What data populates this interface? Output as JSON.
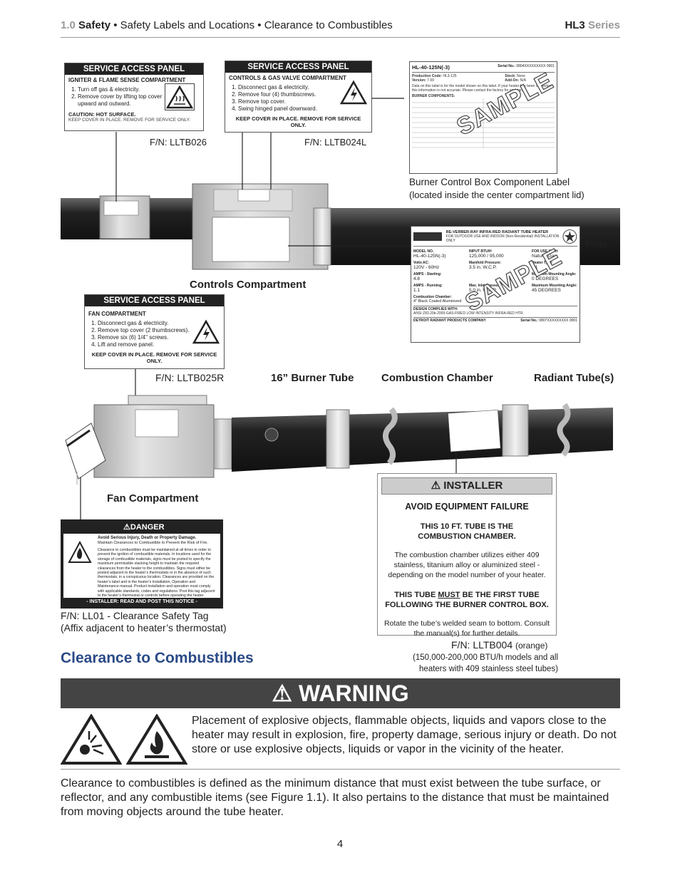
{
  "header": {
    "section_num": "1.0",
    "section": "Safety",
    "crumbs": " • Safety Labels and Locations • Clearance to Combustibles",
    "series_a": "HL3",
    "series_b": "Series"
  },
  "labels": {
    "lltb026": {
      "bar": "SERVICE ACCESS PANEL",
      "sub": "IGNITER & FLAME SENSE COMPARTMENT",
      "steps": [
        "Turn off gas & electricity.",
        "Remove cover by lifting top cover upward and outward."
      ],
      "caution": "CAUTION:  HOT SURFACE.",
      "foot": "KEEP COVER IN PLACE. REMOVE FOR SERVICE ONLY.",
      "pn": "F/N: LLTB026"
    },
    "lltb024l": {
      "bar": "SERVICE ACCESS PANEL",
      "sub": "CONTROLS & GAS VALVE COMPARTMENT",
      "steps": [
        "Disconnect gas & electricity.",
        "Remove four (4) thumbscrews.",
        "Remove top cover.",
        "Swing hinged panel downward."
      ],
      "foot": "KEEP COVER IN PLACE. REMOVE FOR SERVICE ONLY.",
      "pn": "F/N: LLTB024L"
    },
    "lltb025r": {
      "bar": "SERVICE ACCESS PANEL",
      "sub": "FAN COMPARTMENT",
      "steps": [
        "Disconnect gas & electricity.",
        "Remove top cover (2 thumbscrews).",
        "Remove six (6) 1/4\" screws.",
        "Lift and remove panel."
      ],
      "foot": "KEEP COVER IN PLACE. REMOVE FOR SERVICE ONLY.",
      "pn": "F/N: LLTB025R"
    }
  },
  "component_label": {
    "model": "HL-40-125N(-3)",
    "serial_label": "Serial No.:",
    "serial": "0804XXXXXXXXX 0001",
    "prod_code_label": "Production Code:",
    "prod_code": "HL3-125",
    "version_label": "Version:",
    "version": "7.99",
    "stock_label": "Stock:",
    "stock": "None",
    "addon_label": "Add-On:",
    "addon": "N/A",
    "note": "Data on this label is for the model shown on this label.  If your heater has been converted, this information is not accurate.  Please contact the factory for assistance.",
    "components_title": "BURNER COMPONENTS:",
    "sample": "SAMPLE",
    "caption1": "Burner Control Box Component Label",
    "caption2": "(located inside the center compartment lid)"
  },
  "rating_plate": {
    "brand": "RE-VERBER-RAY INFRA-RED RADIANT TUBE HEATER",
    "use": "FOR OUTDOOR USE AND INDOOR (Non-Residential) INSTALLATION ONLY",
    "model_label": "MODEL NO.",
    "model": "HL-40-125N(-3)",
    "input_label": "INPUT BTU/H",
    "input": "125,000 / 95,000",
    "gas_label": "FOR USE WITH",
    "gas": "Natural Gas",
    "volts_label": "Volts AC:",
    "volts": "120V  -  60Hz",
    "manifold_label": "Manifold Pressure:",
    "manifold": "3.5 in.   W.C.P.",
    "type_label": "Heater Type:",
    "type": "C1",
    "amps_s_label": "AMPS - Starting:",
    "amps_s": "4.8",
    "min_angle_label": "Minimum Mounting Angle:",
    "min_angle": "0    DEGREES",
    "amps_r_label": "AMPS - Running:",
    "amps_r": "1.1",
    "inlet_label": "Max. Inlet Pressure:",
    "inlet": "5.0 in.   W.C.P.",
    "max_angle_label": "Maximum Mounting Angle:",
    "max_angle": "45   DEGREES",
    "chamber_label": "Combustion Chamber:",
    "chamber": "4\" Black Coated Aluminized",
    "design_label": "DESIGN COMPLIES WITH:",
    "design": "ANSI Z83.20b-2009-GAS-FIRED LOW INTENSITY INFRA-RED HTR.",
    "company": "DETROIT RADIANT PRODUCTS COMPANY",
    "serial_label": "Serial No.:",
    "serial": "0807XXXXXXXXX 0001",
    "sample": "SAMPLE",
    "caption": "Rating Plate"
  },
  "captions": {
    "controls": "Controls Compartment",
    "burner_tube": "16” Burner Tube",
    "combustion": "Combustion Chamber",
    "radiant": "Radiant Tube(s)",
    "fan": "Fan Compartment",
    "ll01_a": "F/N: LL01 - Clearance Safety Tag",
    "ll01_b": "(Affix adjacent to heater’s thermostat)"
  },
  "installer": {
    "title": "INSTALLER",
    "h1": "AVOID EQUIPMENT FAILURE",
    "h2a": "THIS 10 FT. TUBE IS THE",
    "h2b": "COMBUSTION CHAMBER.",
    "p1": "The combustion chamber utilizes either 409 stainless, titanium alloy or aluminized steel - depending on the model number of your heater.",
    "h3a": "THIS TUBE ",
    "h3must": "MUST",
    "h3b": " BE THE FIRST TUBE FOLLOWING THE BURNER CONTROL BOX.",
    "p2": "Rotate the tube’s welded seam to bottom. Consult the manual(s) for further details.",
    "pn": "F/N: LLTB004",
    "pn_color": "(orange)",
    "note": "(150,000-200,000 BTU/h models and all heaters with 409 stainless steel tubes)"
  },
  "danger": {
    "title": "DANGER",
    "h1": "Avoid Serious Injury, Death or Property Damage.",
    "h2": "Maintain Clearances to Combustible to Prevent the Risk of Fire.",
    "body": "Clearance to combustibles must be maintained at all times in order to prevent the ignition of combustible materials. In locations used for the storage of combustible materials, signs must be posted to specify the maximum permissible stacking height to maintain the required clearances from the heater to the combustibles. Signs must either be posted adjacent to the heater’s thermostats or in the absence of such thermostats, in a conspicuous location. Clearances are provided on the heater’s label and in the heater’s Installation, Operation and Maintenance manual. Product installation and operation must comply with applicable standards, codes and regulations. Post this tag adjacent to the heater’s thermostat or controls before operating the heater.",
    "foot": "- INSTALLER: READ AND POST THIS NOTICE -"
  },
  "clearance": {
    "title": "Clearance to Combustibles",
    "warning": "WARNING",
    "warn_text": "Placement of explosive objects, flammable objects, liquids and vapors close to the heater may result in explosion, fire, property damage, serious injury or death. Do not store or use explosive objects, liquids or vapor in the vicinity of the heater.",
    "para": "Clearance to combustibles is defined as the minimum distance that must exist between the tube surface, or reflector, and any combustible items (see Figure 1.1). It also pertains to the distance that must be maintained from moving objects around the tube heater."
  },
  "page": "4"
}
